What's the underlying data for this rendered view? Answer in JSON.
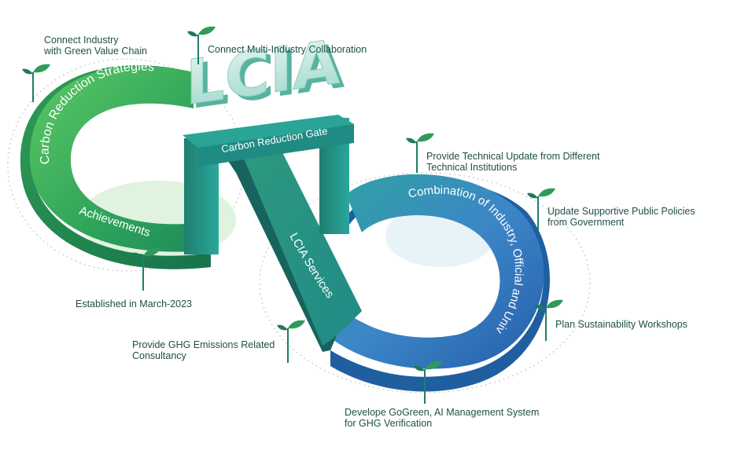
{
  "logo": {
    "text": "LCIA"
  },
  "gate": {
    "label": "Carbon Reduction Gate"
  },
  "bands": {
    "strategies": "Carbon Reduction Strategies",
    "achievements": "Achievements",
    "services": "LCIA Services",
    "combination": "Combination of Industry, Official and University"
  },
  "nodes": {
    "connect_industry": [
      "Connect Industry",
      "with Green Value Chain"
    ],
    "multi_industry": [
      "Connect Multi-Industry Collaboration"
    ],
    "technical_update": [
      "Provide Technical Update from Different",
      "Technical Institutions"
    ],
    "public_policies": [
      "Update Supportive Public Policies",
      "from Government"
    ],
    "workshops": [
      "Plan Sustainability Workshops"
    ],
    "gogreen": [
      "Develope GoGreen, AI Management System",
      "for GHG Verification"
    ],
    "ghg_consultancy": [
      "Provide GHG Emissions Related",
      "Consultancy"
    ],
    "established": [
      "Established in March-2023"
    ]
  },
  "colors": {
    "label_text": "#1e4f48",
    "green_light": "#4cbf63",
    "green_dark": "#1f8d58",
    "teal": "#2a9d8f",
    "teal_dark": "#1b6f6b",
    "blue": "#2e6fb8",
    "sprout": "#2f9a5a",
    "stem": "#1e7e69",
    "dots": "#c9d3d0"
  }
}
